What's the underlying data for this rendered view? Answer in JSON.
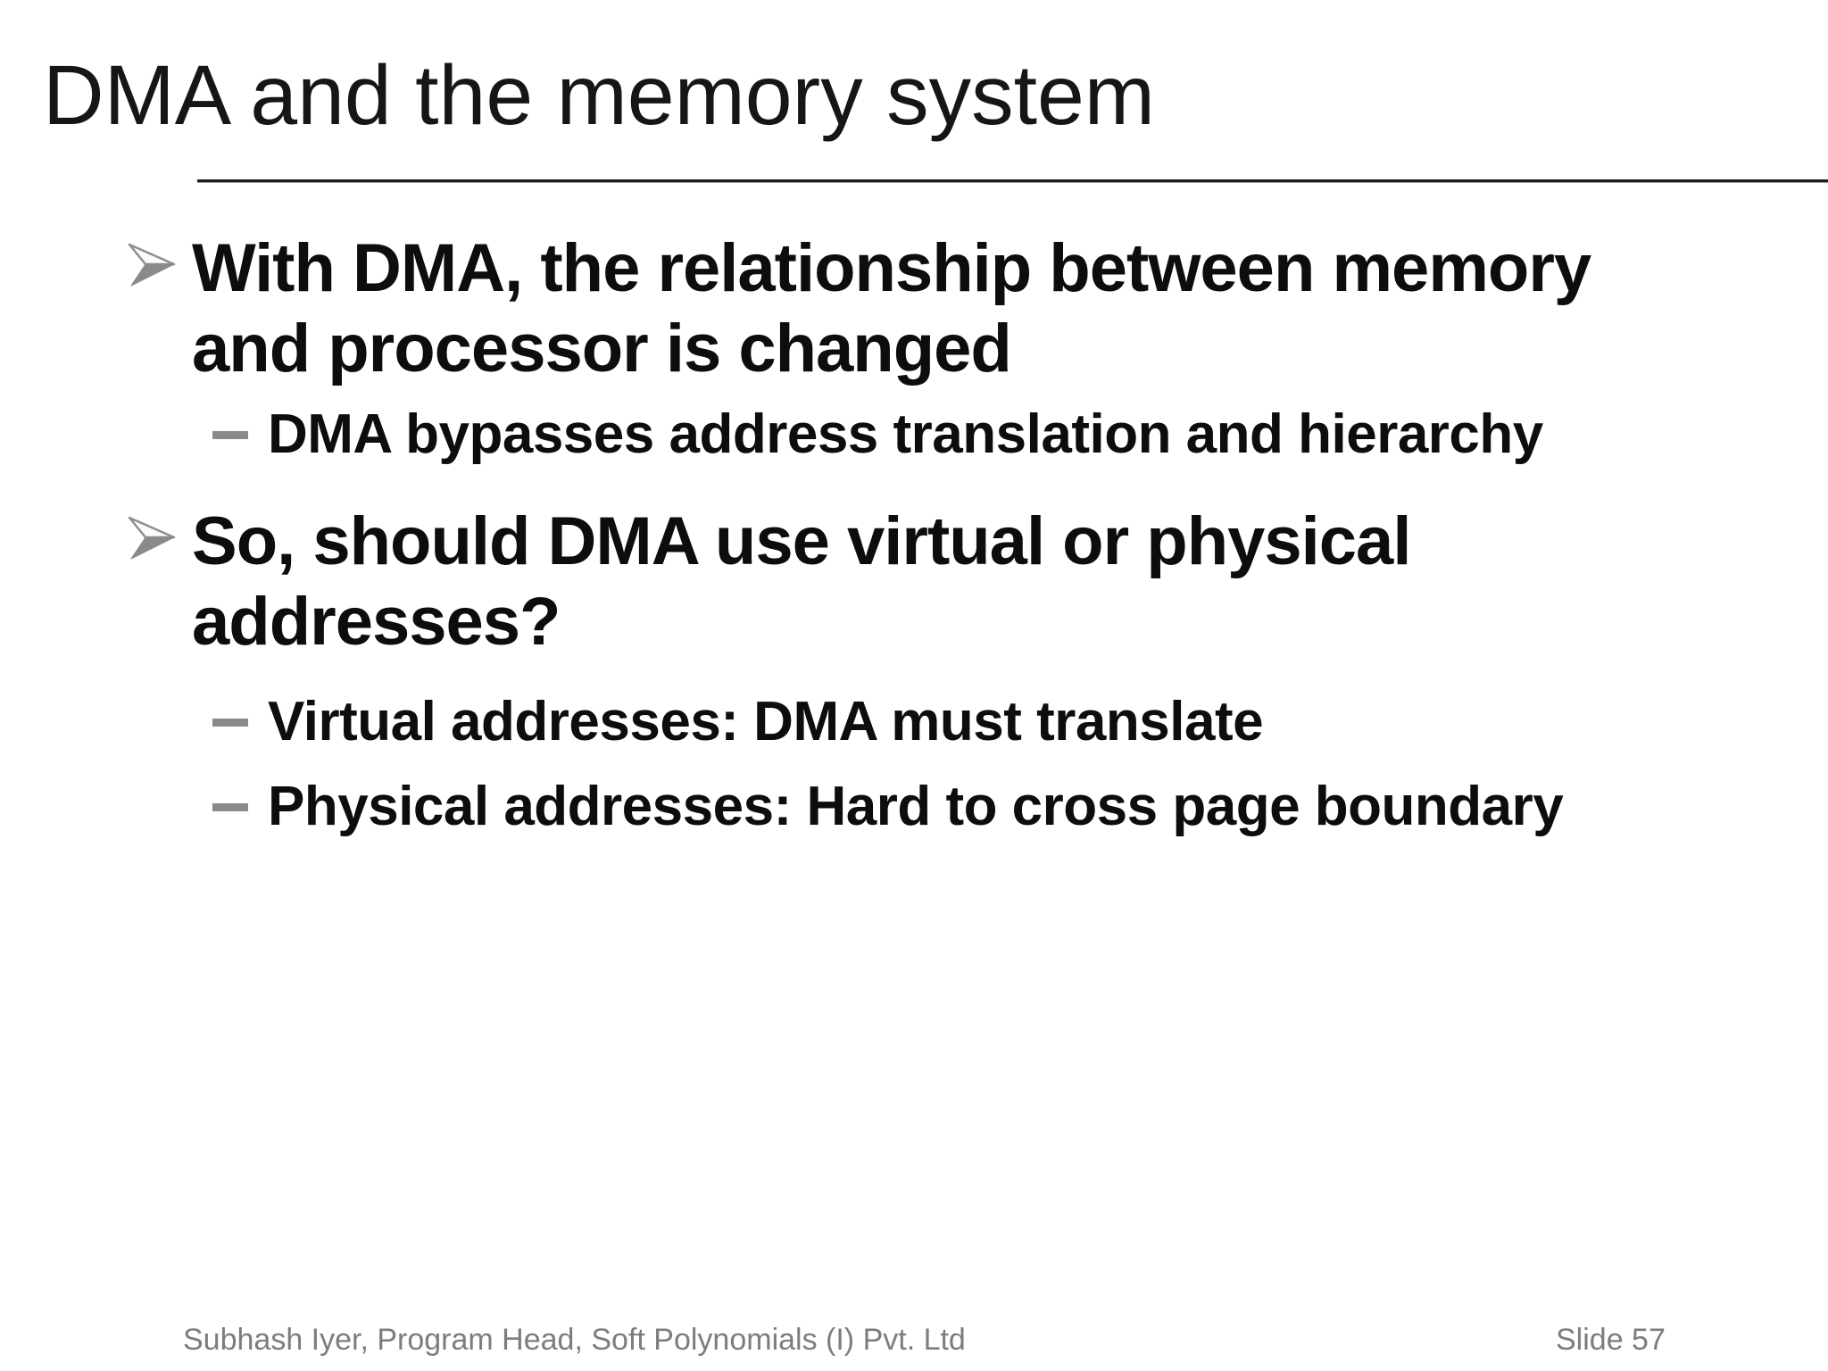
{
  "slide": {
    "title": "DMA and the memory system",
    "bullets": {
      "items": [
        {
          "level": 1,
          "lines": [
            "With DMA, the relationship between memory",
            "and processor is changed"
          ]
        },
        {
          "level": 2,
          "lines": [
            "DMA bypasses address translation and hierarchy"
          ]
        },
        {
          "level": 1,
          "lines": [
            "So, should DMA use virtual or physical",
            "addresses?"
          ]
        },
        {
          "level": 2,
          "lines": [
            "Virtual addresses: DMA must translate"
          ]
        },
        {
          "level": 2,
          "lines": [
            "Physical addresses: Hard to cross page boundary"
          ]
        }
      ]
    },
    "footer": {
      "author": "Subhash Iyer, Program Head, Soft Polynomials (I) Pvt. Ltd",
      "slide_number": "Slide 57"
    },
    "colors": {
      "text": "#0d0d0d",
      "bullet_gray": "#8a8a8a",
      "footer_gray": "#7d7d7d",
      "background": "#ffffff"
    }
  }
}
